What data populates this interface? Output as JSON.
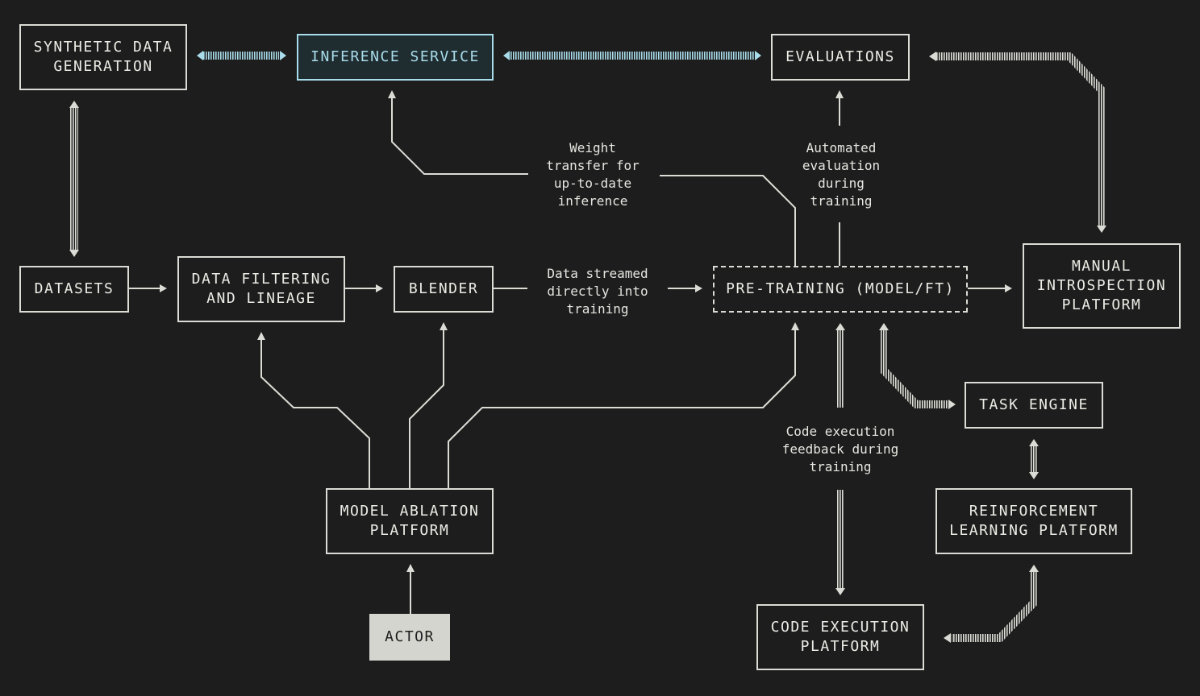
{
  "colors": {
    "background": "#1d1d1d",
    "stroke": "#dcdcd6",
    "highlight": "#a9dceb",
    "actor_fill": "#d5d5cf"
  },
  "nodes": {
    "synthetic": "SYNTHETIC DATA\nGENERATION",
    "inference": "INFERENCE SERVICE",
    "evaluations": "EVALUATIONS",
    "datasets": "DATASETS",
    "filtering": "DATA FILTERING\nAND LINEAGE",
    "blender": "BLENDER",
    "pretraining": "PRE-TRAINING (MODEL/FT)",
    "manual": "MANUAL\nINTROSPECTION\nPLATFORM",
    "task_engine": "TASK ENGINE",
    "rl": "REINFORCEMENT\nLEARNING PLATFORM",
    "ablation": "MODEL ABLATION\nPLATFORM",
    "actor": "ACTOR",
    "code_exec": "CODE EXECUTION\nPLATFORM"
  },
  "edge_labels": {
    "weight_transfer": "Weight\ntransfer for\nup-to-date\ninference",
    "auto_eval": "Automated\nevaluation\nduring\ntraining",
    "data_streamed": "Data streamed\ndirectly into\ntraining",
    "code_feedback": "Code execution\nfeedback during\ntraining"
  }
}
